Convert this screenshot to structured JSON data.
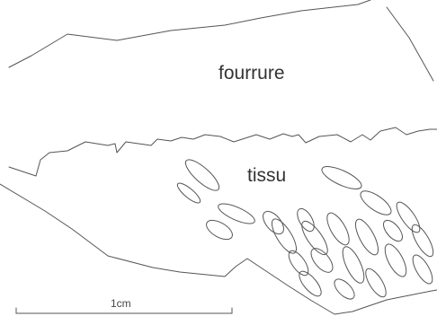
{
  "labels": {
    "fur": "fourrure",
    "tissue": "tissu",
    "scale": "1cm"
  },
  "colors": {
    "line": "#555555",
    "background": "#ffffff"
  }
}
